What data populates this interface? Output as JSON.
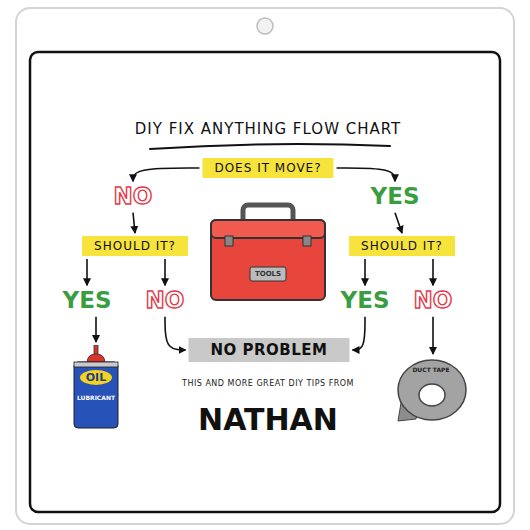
{
  "diagram": {
    "title": "DIY FIX ANYTHING FLOW CHART",
    "nodes": [
      {
        "text": [
          "DOES IT MOVE?"
        ]
      },
      {
        "text": [
          "NO"
        ]
      },
      {
        "text": [
          "YES"
        ]
      },
      {
        "text": [
          "SHOULD IT?"
        ]
      },
      {
        "text": [
          "SHOULD IT?"
        ]
      },
      {
        "text": [
          "YES"
        ]
      },
      {
        "text": [
          "NO"
        ]
      },
      {
        "text": [
          "YES"
        ]
      },
      {
        "text": [
          "NO"
        ]
      },
      {
        "text": [
          "NO PROBLEM"
        ]
      },
      {
        "text": [
          "OIL",
          "LUBRICANT"
        ]
      },
      {
        "text": [
          "DUCT TAPE"
        ]
      }
    ],
    "edges": [
      {
        "from": 0,
        "to": 1,
        "arrow": "to"
      },
      {
        "from": 0,
        "to": 2,
        "arrow": "to"
      },
      {
        "from": 1,
        "to": 3,
        "arrow": "to"
      },
      {
        "from": 2,
        "to": 4,
        "arrow": "to"
      },
      {
        "from": 3,
        "to": 5,
        "arrow": "to"
      },
      {
        "from": 3,
        "to": 6,
        "arrow": "to"
      },
      {
        "from": 4,
        "to": 7,
        "arrow": "to"
      },
      {
        "from": 4,
        "to": 8,
        "arrow": "to"
      },
      {
        "from": 5,
        "to": 10,
        "arrow": "to"
      },
      {
        "from": 6,
        "to": 9,
        "arrow": "to"
      },
      {
        "from": 7,
        "to": 9,
        "arrow": "to"
      },
      {
        "from": 8,
        "to": 11,
        "arrow": "to"
      }
    ],
    "labels": [
      "TOOLS",
      "THIS AND MORE GREAT DIY TIPS FROM",
      "NATHAN"
    ]
  }
}
